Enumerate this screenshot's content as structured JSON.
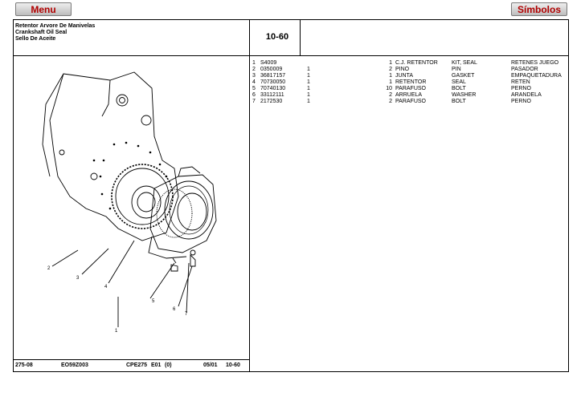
{
  "toolbar": {
    "menu_label": "Menu",
    "symbols_label": "Símbolos"
  },
  "header": {
    "titles": [
      "Retentor Arvore De Manivelas",
      "Crankshaft Oil Seal",
      "Sello De Aceite"
    ],
    "page_code": "10-60"
  },
  "parts": [
    {
      "pos": "1",
      "code": "S4009",
      "qty": "",
      "qty2": "1",
      "name_pt": "C.J. RETENTOR",
      "name_en": "KIT, SEAL",
      "name_es": "RETENES JUEGO"
    },
    {
      "pos": "2",
      "code": "0350009",
      "qty": "1",
      "qty2": "2",
      "name_pt": "PINO",
      "name_en": "PIN",
      "name_es": "PASADOR"
    },
    {
      "pos": "3",
      "code": "36817157",
      "qty": "1",
      "qty2": "1",
      "name_pt": "JUNTA",
      "name_en": "GASKET",
      "name_es": "EMPAQUETADURA"
    },
    {
      "pos": "4",
      "code": "70730050",
      "qty": "1",
      "qty2": "1",
      "name_pt": "RETENTOR",
      "name_en": "SEAL",
      "name_es": "RETEN"
    },
    {
      "pos": "5",
      "code": "70740130",
      "qty": "1",
      "qty2": "10",
      "name_pt": "PARAFUSO",
      "name_en": "BOLT",
      "name_es": "PERNO"
    },
    {
      "pos": "6",
      "code": "33112111",
      "qty": "1",
      "qty2": "2",
      "name_pt": "ARRUELA",
      "name_en": "WASHER",
      "name_es": "ARANDELA"
    },
    {
      "pos": "7",
      "code": "2172530",
      "qty": "1",
      "qty2": "2",
      "name_pt": "PARAFUSO",
      "name_en": "BOLT",
      "name_es": "PERNO"
    }
  ],
  "diagram": {
    "callouts": [
      "1",
      "2",
      "3",
      "4",
      "5",
      "6",
      "7"
    ]
  },
  "footer": {
    "model": "275-08",
    "drawing": "EO59Z003",
    "catalog": "CPE275",
    "edition": "E01",
    "rev": "(0)",
    "date": "05/01",
    "page": "10-60"
  }
}
